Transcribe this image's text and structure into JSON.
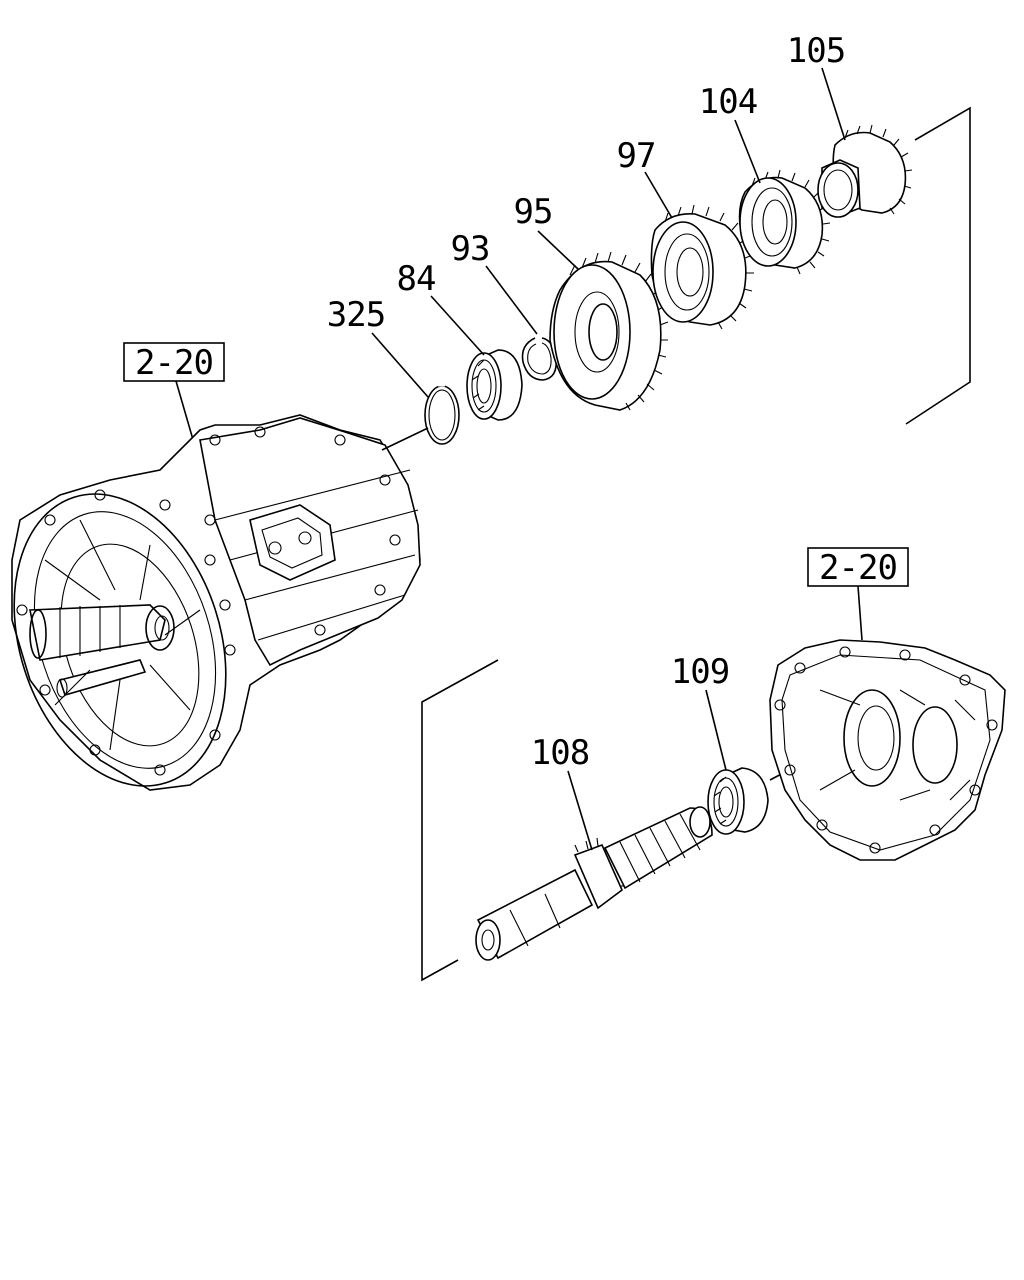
{
  "reference_boxes": [
    {
      "id": "ref-top-left",
      "label": "2-20"
    },
    {
      "id": "ref-right",
      "label": "2-20"
    }
  ],
  "part_labels": [
    {
      "id": "105",
      "label": "105"
    },
    {
      "id": "104",
      "label": "104"
    },
    {
      "id": "97",
      "label": "97"
    },
    {
      "id": "95",
      "label": "95"
    },
    {
      "id": "93",
      "label": "93"
    },
    {
      "id": "84",
      "label": "84"
    },
    {
      "id": "325",
      "label": "325"
    },
    {
      "id": "109",
      "label": "109"
    },
    {
      "id": "108",
      "label": "108"
    }
  ],
  "colors": {
    "ink": "#000000",
    "paper": "#ffffff"
  }
}
